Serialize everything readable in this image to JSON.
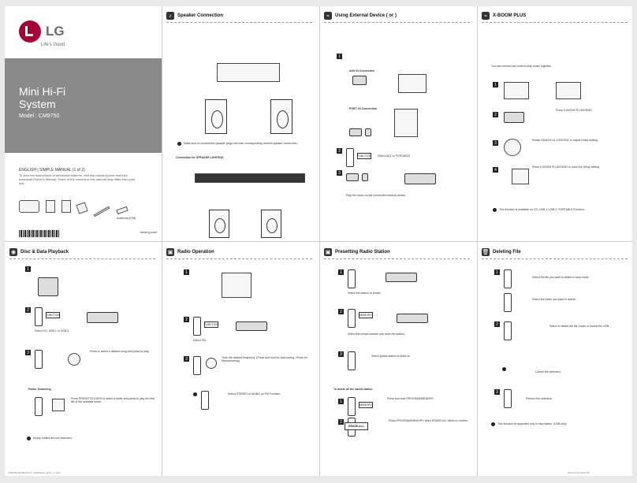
{
  "cover": {
    "brand": "LG",
    "tagline": "Life's Good",
    "title_line1": "Mini Hi-Fi",
    "title_line2": "System",
    "model": "Model : CM9750",
    "language": "ENGLISH | SIMPLE MANUAL (1 of 2)",
    "note": "To view the instructions of advanced features, visit http://www.lg.com and then download Owner's Manual. Some of the content in this manual may differ from your unit.",
    "antenna_label": "Antenna (FM)",
    "website": "www.lg.com"
  },
  "panels": {
    "speaker": {
      "title": "Speaker Connection",
      "note": "Make sure to connect the speaker plugs into their corresponding colored speaker connectors.",
      "sub": "Connection for SPEAKER LIGHTING"
    },
    "external": {
      "title": "Using External Device ( or )",
      "aux": "AUX IN Connection",
      "port": "PORT. IN Connection",
      "select": "Select AUX or PORTABLE.",
      "play": "Play the music on the connected external device."
    },
    "xboom": {
      "title": "X-BOOM PLUS",
      "intro": "You can connect two units to play music together.",
      "s2": "Press X-BOOM PLUS/DEMO.",
      "s3": "Rotate SEARCH & CONTROL to adjust Delay setting.",
      "s4": "Press X-BOOM PLUS/DEMO to save the Delay setting.",
      "note": "This function is available on CD, USB 1, USB 2, PORTABLE Function."
    },
    "disc": {
      "title": "Disc & Data Playback",
      "select": "Select CD, USB 1 or USB 2.",
      "play": "Press  to select a desired song and press  to play.",
      "folder": "Folder Searching",
      "folder_text": "Press PRESET/FOLDER  to select a folder and press  to play the first file of the selected folder.",
      "note": "Empty folders are not searched."
    },
    "radio": {
      "title": "Radio Operation",
      "select": "Select FM.",
      "tune": "Tune the desired frequency. (Press and hold for auto tuning / Press for Manual tuning)",
      "stereo": "Select STEREO or MONO on FM Function."
    },
    "preset": {
      "title": "Presetting Radio Station",
      "s1": "Select the station to preset.",
      "s2": "Select the preset number and store the station.",
      "s3": "Select preset station to listen to.",
      "del_all": "To delete all the saved station",
      "d1": "Press and hold PROGRAM/MEMORY",
      "d2": "Press PROGRAM/MEMORY when ERASE ALL blinks to confirm.",
      "erase": "ERASE ALL"
    },
    "delete": {
      "title": "Deleting File",
      "s1": "Select the file you want to delete in stop mode.",
      "s2": "Select the folder you want to delete.",
      "s3": "Select to delete the file, folder or format the USB.",
      "cancel": "Cancel the selection.",
      "s4": "Perform the selection.",
      "note": "This function is supported only in stop status. (USB only)"
    }
  },
  "footer": {
    "left": "CM9750-FB.DEUSLLK_SIMPLE(1)_ENG_1.indd 1",
    "right": "2017-01-16  10:47:49"
  }
}
